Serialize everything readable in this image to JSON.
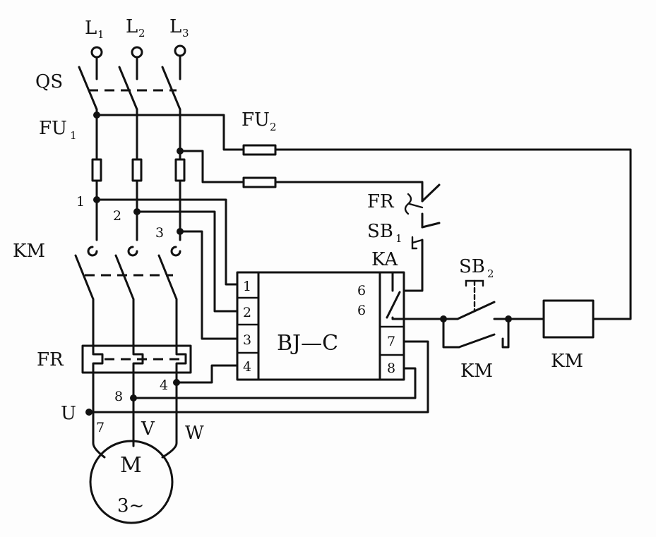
{
  "labels": {
    "l1": "L",
    "l1_sub": "1",
    "l2": "L",
    "l2_sub": "2",
    "l3": "L",
    "l3_sub": "3",
    "qs": "QS",
    "fu1": "FU",
    "fu1_sub": "1",
    "fu2": "FU",
    "fu2_sub": "2",
    "km_main": "KM",
    "fr_main": "FR",
    "fr_ctrl": "FR",
    "sb1": "SB",
    "sb1_sub": "1",
    "ka": "KA",
    "sb2": "SB",
    "sb2_sub": "2",
    "km_aux": "KM",
    "km_coil": "KM",
    "u": "U",
    "v": "V",
    "w": "W",
    "motor": "M",
    "motor_phase": "3~",
    "n1": "1",
    "n2": "2",
    "n3": "3",
    "n4": "4",
    "n7": "7",
    "n8": "8"
  },
  "module": {
    "name": "BJ—C",
    "terminals_left": [
      "1",
      "2",
      "3",
      "4"
    ],
    "terminals_right": [
      "7",
      "8"
    ],
    "contact_top": "6",
    "contact_bottom": "6"
  }
}
